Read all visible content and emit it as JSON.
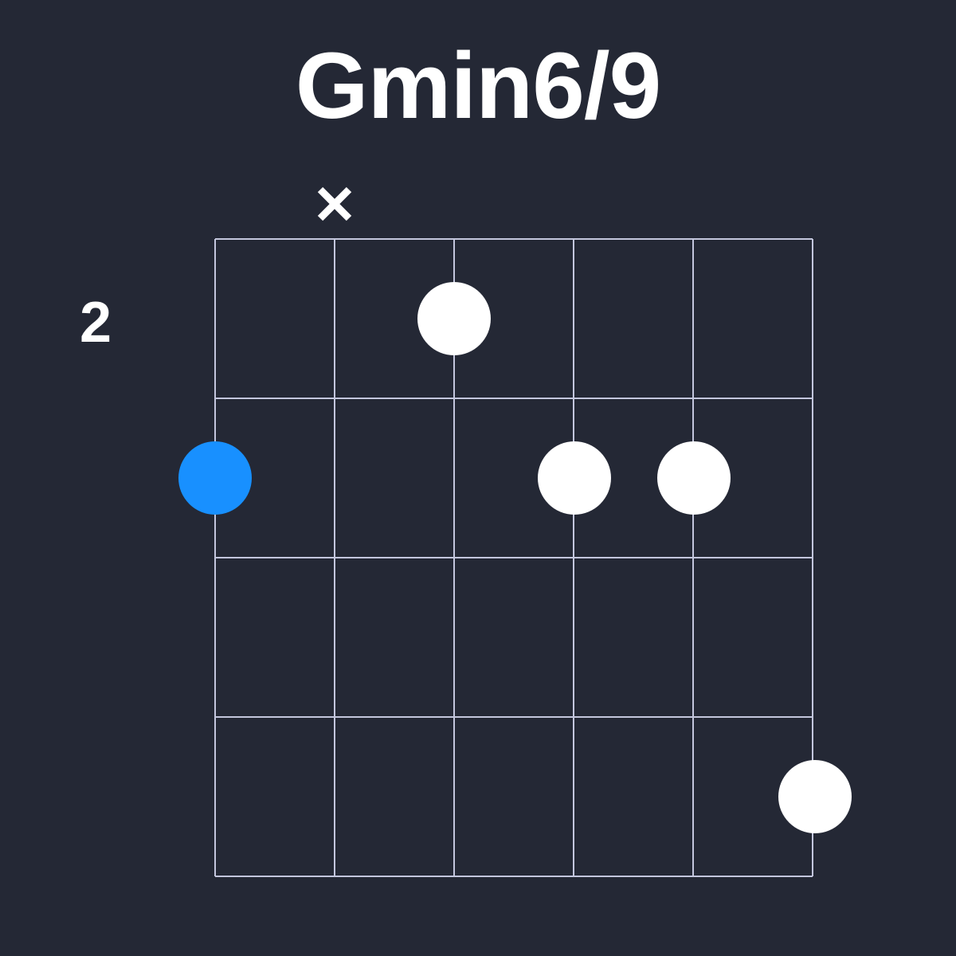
{
  "chord": {
    "name": "Gmin6/9",
    "base_fret_label": "2",
    "strings": 6,
    "frets_shown": 4,
    "muted_strings": [
      2
    ],
    "open_strings": [],
    "dots": [
      {
        "string": 1,
        "fret": 2,
        "root": true
      },
      {
        "string": 3,
        "fret": 1,
        "root": false
      },
      {
        "string": 4,
        "fret": 2,
        "root": false
      },
      {
        "string": 5,
        "fret": 2,
        "root": false
      },
      {
        "string": 6,
        "fret": 4,
        "root": false
      }
    ]
  },
  "colors": {
    "background": "#242835",
    "grid": "#c3c6dd",
    "dot": "#ffffff",
    "root_dot": "#1890ff",
    "text": "#ffffff"
  },
  "icons": {
    "muted": "×"
  }
}
